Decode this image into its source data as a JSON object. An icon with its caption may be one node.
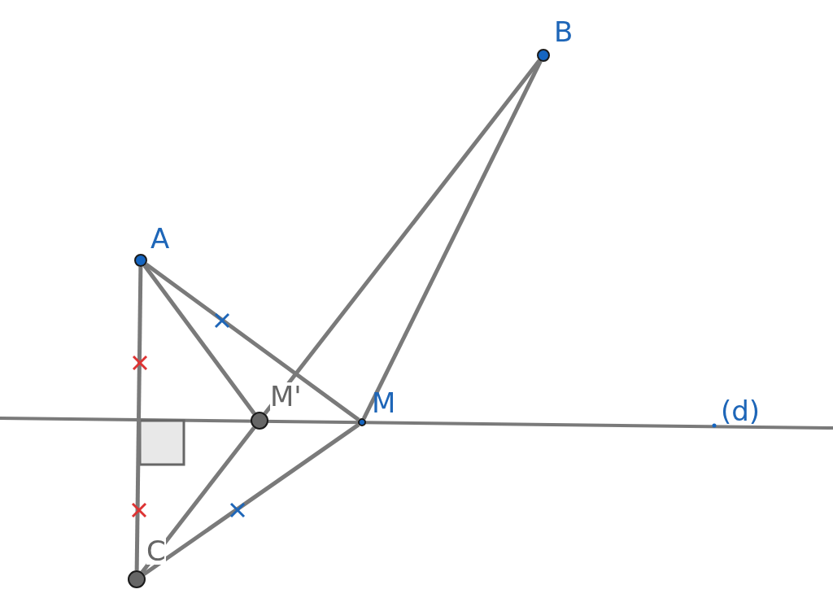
{
  "diagram": {
    "nodes": [
      {
        "text": [],
        "shape": "circle",
        "beside": [
          "A"
        ]
      },
      {
        "text": [],
        "shape": "circle",
        "beside": [
          "B"
        ]
      },
      {
        "text": [],
        "shape": "circle",
        "beside": [
          "M'"
        ]
      },
      {
        "text": [],
        "shape": "circle",
        "beside": [
          "M"
        ]
      },
      {
        "text": [],
        "shape": "circle",
        "beside": [
          "C"
        ]
      }
    ],
    "edges": [
      {
        "from": 0,
        "to": 4,
        "arrow": "none"
      },
      {
        "from": 0,
        "to": 2,
        "arrow": "none"
      },
      {
        "from": 0,
        "to": 3,
        "arrow": "none"
      },
      {
        "from": 1,
        "to": 2,
        "arrow": "none"
      },
      {
        "from": 2,
        "to": 4,
        "arrow": "none"
      },
      {
        "from": 1,
        "to": 3,
        "arrow": "none"
      },
      {
        "from": 3,
        "to": 4,
        "arrow": "none"
      }
    ],
    "labels": [
      "(d)"
    ]
  }
}
